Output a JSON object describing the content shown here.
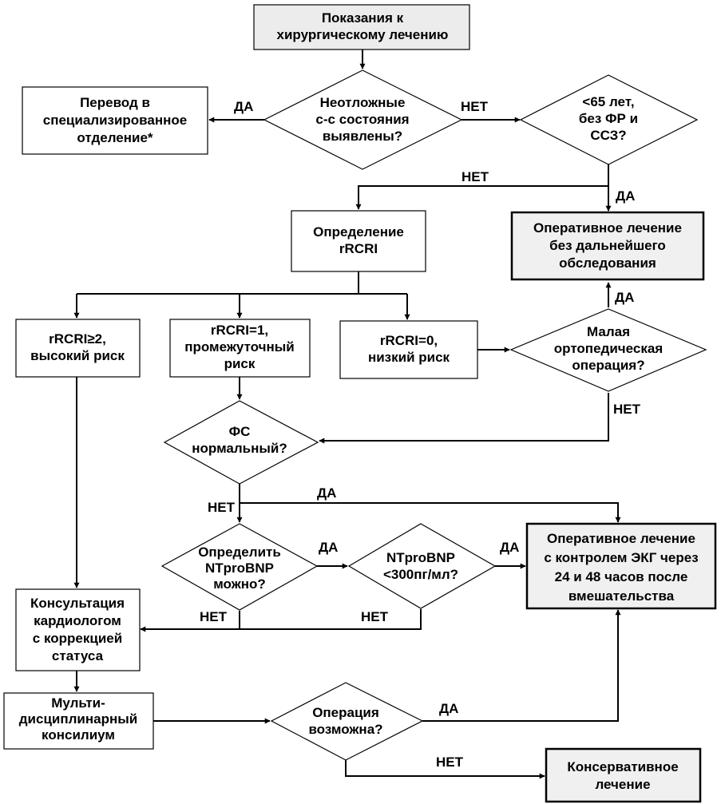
{
  "nodes": {
    "start": {
      "lines": [
        "Показания к",
        "хирургическому лечению"
      ]
    },
    "urgent": {
      "lines": [
        "Неотложные",
        "с-с состояния",
        "выявлены?"
      ]
    },
    "transfer": {
      "lines": [
        "Перевод в",
        "специализированное",
        "отделение*"
      ]
    },
    "age": {
      "lines": [
        "<65 лет,",
        "без ФР и",
        "ССЗ?"
      ]
    },
    "surgery_no_exam": {
      "lines": [
        "Оперативное лечение",
        "без дальнейшего",
        "обследования"
      ]
    },
    "rrcri_def": {
      "lines": [
        "Определение",
        "rRCRI"
      ]
    },
    "high_risk": {
      "lines": [
        "rRCRI≥2,",
        "высокий риск"
      ]
    },
    "mid_risk": {
      "lines": [
        "rRCRI=1,",
        "промежуточный",
        "риск"
      ]
    },
    "low_risk": {
      "lines": [
        "rRCRI=0,",
        "низкий риск"
      ]
    },
    "minor_ortho": {
      "lines": [
        "Малая",
        "ортопедическая",
        "операция?"
      ]
    },
    "fs_normal": {
      "lines": [
        "ФС",
        "нормальный?"
      ]
    },
    "ntprobnp_possible": {
      "lines": [
        "Определить",
        "NTproBNP",
        "можно?"
      ]
    },
    "ntprobnp_value": {
      "lines": [
        "NTproBNP",
        "<300пг/мл?"
      ]
    },
    "surgery_ecg": {
      "lines": [
        "Оперативное лечение",
        "с контролем ЭКГ через",
        "24 и 48 часов после",
        "вмешательства"
      ]
    },
    "cardio_consult": {
      "lines": [
        "Консультация",
        "кардиологом",
        "с коррекцией",
        "статуса"
      ]
    },
    "council": {
      "lines": [
        "Мульти-",
        "дисциплинарный",
        "консилиум"
      ]
    },
    "op_possible": {
      "lines": [
        "Операция",
        "возможна?"
      ]
    },
    "conservative": {
      "lines": [
        "Консервативное",
        "лечение"
      ]
    }
  },
  "edge_labels": {
    "urgent_yes": "ДА",
    "urgent_no": "НЕТ",
    "age_no": "НЕТ",
    "age_yes": "ДА",
    "ortho_yes": "ДА",
    "ortho_no": "НЕТ",
    "fs_yes": "ДА",
    "fs_no": "НЕТ",
    "bnp_possible_yes": "ДА",
    "bnp_possible_no": "НЕТ",
    "bnp_value_yes": "ДА",
    "bnp_value_no": "НЕТ",
    "op_possible_yes": "ДА",
    "op_possible_no": "НЕТ"
  }
}
